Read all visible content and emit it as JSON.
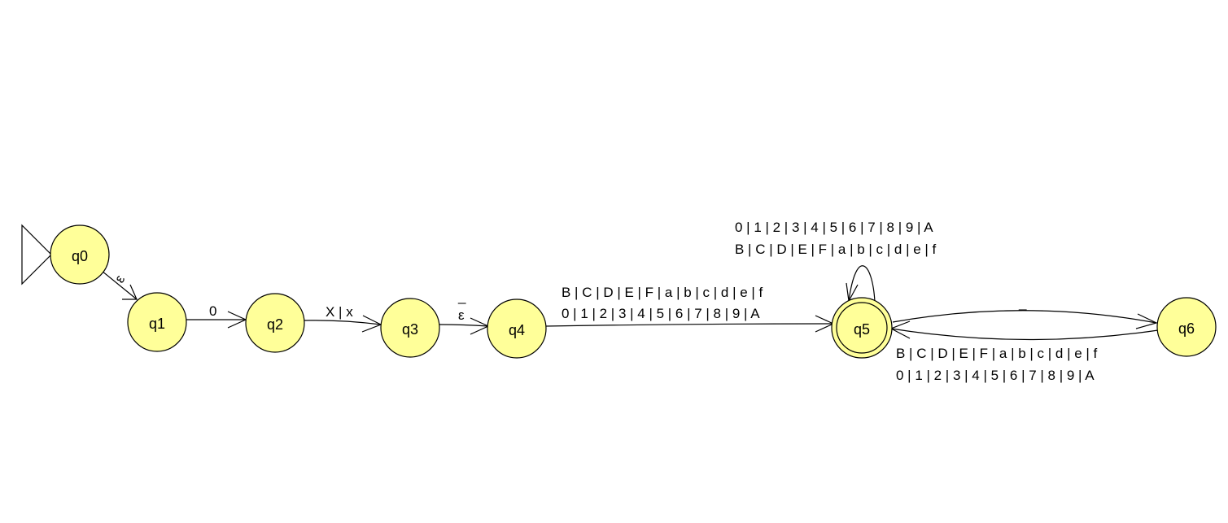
{
  "states": {
    "q0": "q0",
    "q1": "q1",
    "q2": "q2",
    "q3": "q3",
    "q4": "q4",
    "q5": "q5",
    "q6": "q6"
  },
  "start_state": "q0",
  "accept_states": [
    "q5"
  ],
  "transitions": {
    "q0_q1": "ε",
    "q1_q2": "0",
    "q2_q3": "X | x",
    "q3_q4_top": "_",
    "q3_q4_bottom": "ε",
    "q4_q5_line1": "B | C | D | E | F | a | b | c | d | e | f",
    "q4_q5_line2": "0 | 1 | 2 | 3 | 4 | 5 | 6 | 7 | 8 | 9 | A",
    "q5_loop_line1": "0 | 1 | 2 | 3 | 4 | 5 | 6 | 7 | 8 | 9 | A",
    "q5_loop_line2": "B | C | D | E | F | a | b | c | d | e | f",
    "q5_q6": "_",
    "q6_q5_line1": "B | C | D | E | F | a | b | c | d | e | f",
    "q6_q5_line2": "0 | 1 | 2 | 3 | 4 | 5 | 6 | 7 | 8 | 9 | A"
  },
  "colors": {
    "state_fill": "#ffff99",
    "stroke": "#000000",
    "background": "#ffffff"
  }
}
